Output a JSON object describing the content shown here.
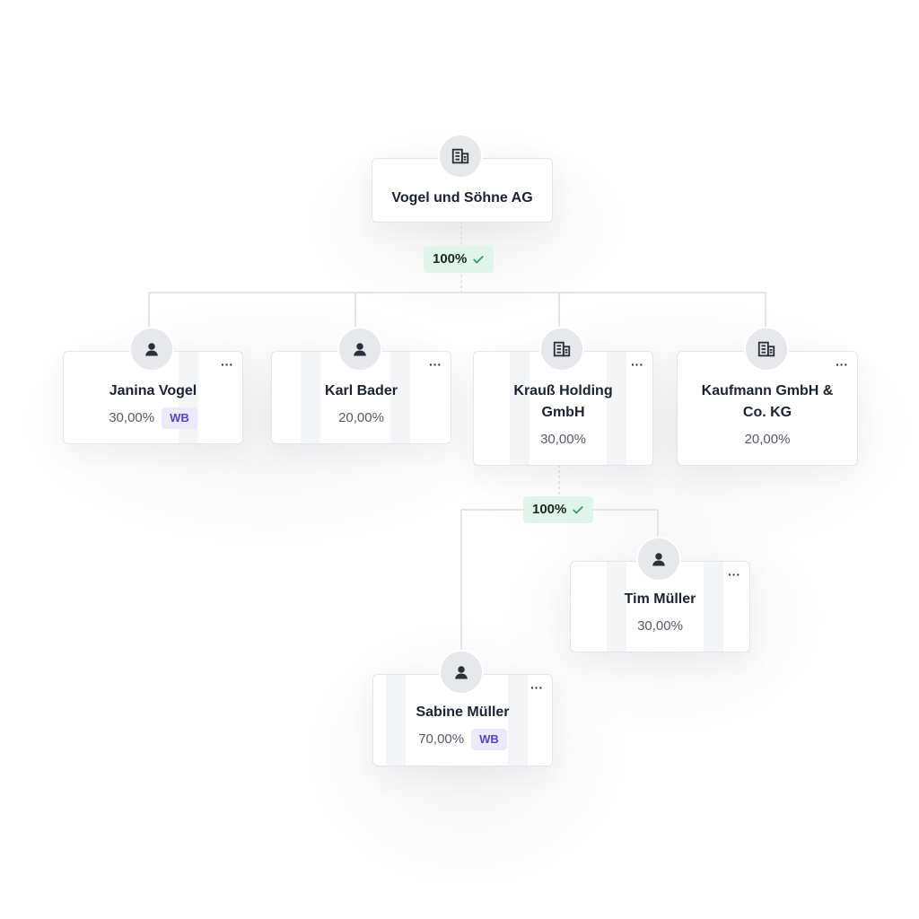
{
  "root": {
    "name": "Vogel und Söhne AG",
    "icon": "building-icon",
    "coverage": "100%"
  },
  "subsidiary_coverage": "100%",
  "shareholders": [
    {
      "name": "Janina Vogel",
      "share": "30,00%",
      "badge": "WB",
      "icon": "person-icon"
    },
    {
      "name": "Karl Bader",
      "share": "20,00%",
      "icon": "person-icon"
    },
    {
      "name": "Krauß Holding GmbH",
      "share": "30,00%",
      "icon": "building-icon"
    },
    {
      "name": "Kaufmann GmbH & Co. KG",
      "share": "20,00%",
      "icon": "building-icon"
    }
  ],
  "sub_shareholders": [
    {
      "name": "Tim Müller",
      "share": "30,00%",
      "icon": "person-icon"
    },
    {
      "name": "Sabine Müller",
      "share": "70,00%",
      "badge": "WB",
      "icon": "person-icon"
    }
  ],
  "menu_icon": "ellipsis-icon",
  "check_icon": "checkmark-icon",
  "colors": {
    "badge_bg": "#ece9fb",
    "badge_text": "#5b3fd6",
    "pill_bg": "#dff5ea",
    "line": "#e2e4e8"
  }
}
